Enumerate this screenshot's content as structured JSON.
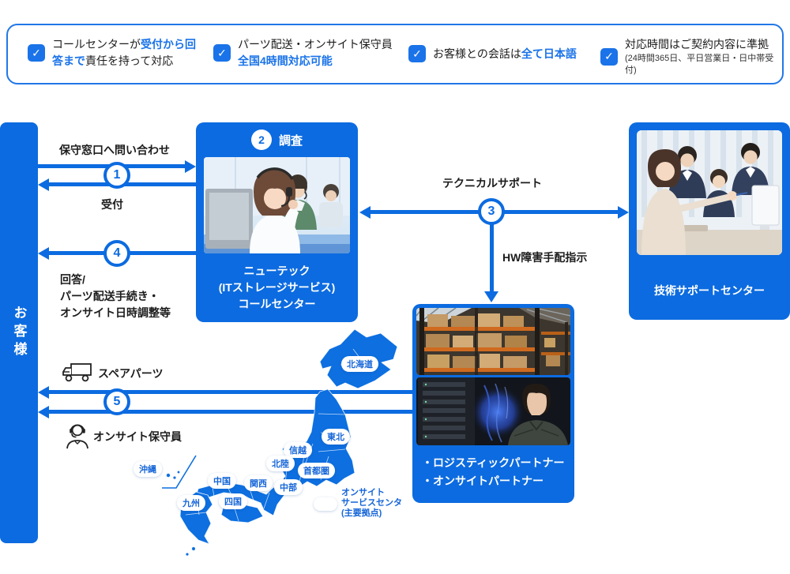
{
  "colors": {
    "primary": "#0c6be0",
    "accent": "#1a73e8",
    "pill_text": "#1565d8"
  },
  "features": {
    "items": [
      {
        "pre": "コールセンターが",
        "em": "受付から回答まで",
        "post": "責任を持って対応"
      },
      {
        "line1": "パーツ配送・オンサイト保守員",
        "em": "全国4時間対応可能"
      },
      {
        "pre": "お客様との会話は",
        "em": "全て日本語",
        "post": ""
      },
      {
        "line1": "対応時間はご契約内容に準拠",
        "note": "(24時間365日、平日営業日・日中帯受付)"
      }
    ]
  },
  "customer": {
    "label": "お客様"
  },
  "steps": {
    "s1": "1",
    "s2": "2",
    "s3": "3",
    "s4": "4",
    "s5": "5"
  },
  "flow": {
    "inquiry": "保守窓口へ問い合わせ",
    "reception": "受付",
    "survey": "調査",
    "callcenter_line1": "ニューテック",
    "callcenter_line2": "(ITストレージサービス)",
    "callcenter_line3": "コールセンター",
    "technical_support": "テクニカルサポート",
    "hw_dispatch": "HW障害手配指示",
    "tech_center": "技術サポートセンター",
    "answer_line1": "回答/",
    "answer_line2": "パーツ配送手続き・",
    "answer_line3": "オンサイト日時調整等",
    "spare_parts": "スペアパーツ",
    "onsite_staff": "オンサイト保守員",
    "partner_line1": "・ロジスティックパートナー",
    "partner_line2": "・オンサイトパートナー"
  },
  "map": {
    "regions": [
      {
        "label": "北海道"
      },
      {
        "label": "東北"
      },
      {
        "label": "信越"
      },
      {
        "label": "北陸"
      },
      {
        "label": "首都圏"
      },
      {
        "label": "沖縄"
      },
      {
        "label": "中国"
      },
      {
        "label": "関西"
      },
      {
        "label": "中部"
      },
      {
        "label": "四国"
      },
      {
        "label": "九州"
      }
    ],
    "legend_line1": "オンサイト",
    "legend_line2": "サービスセンタ",
    "legend_line3": "(主要拠点)"
  }
}
